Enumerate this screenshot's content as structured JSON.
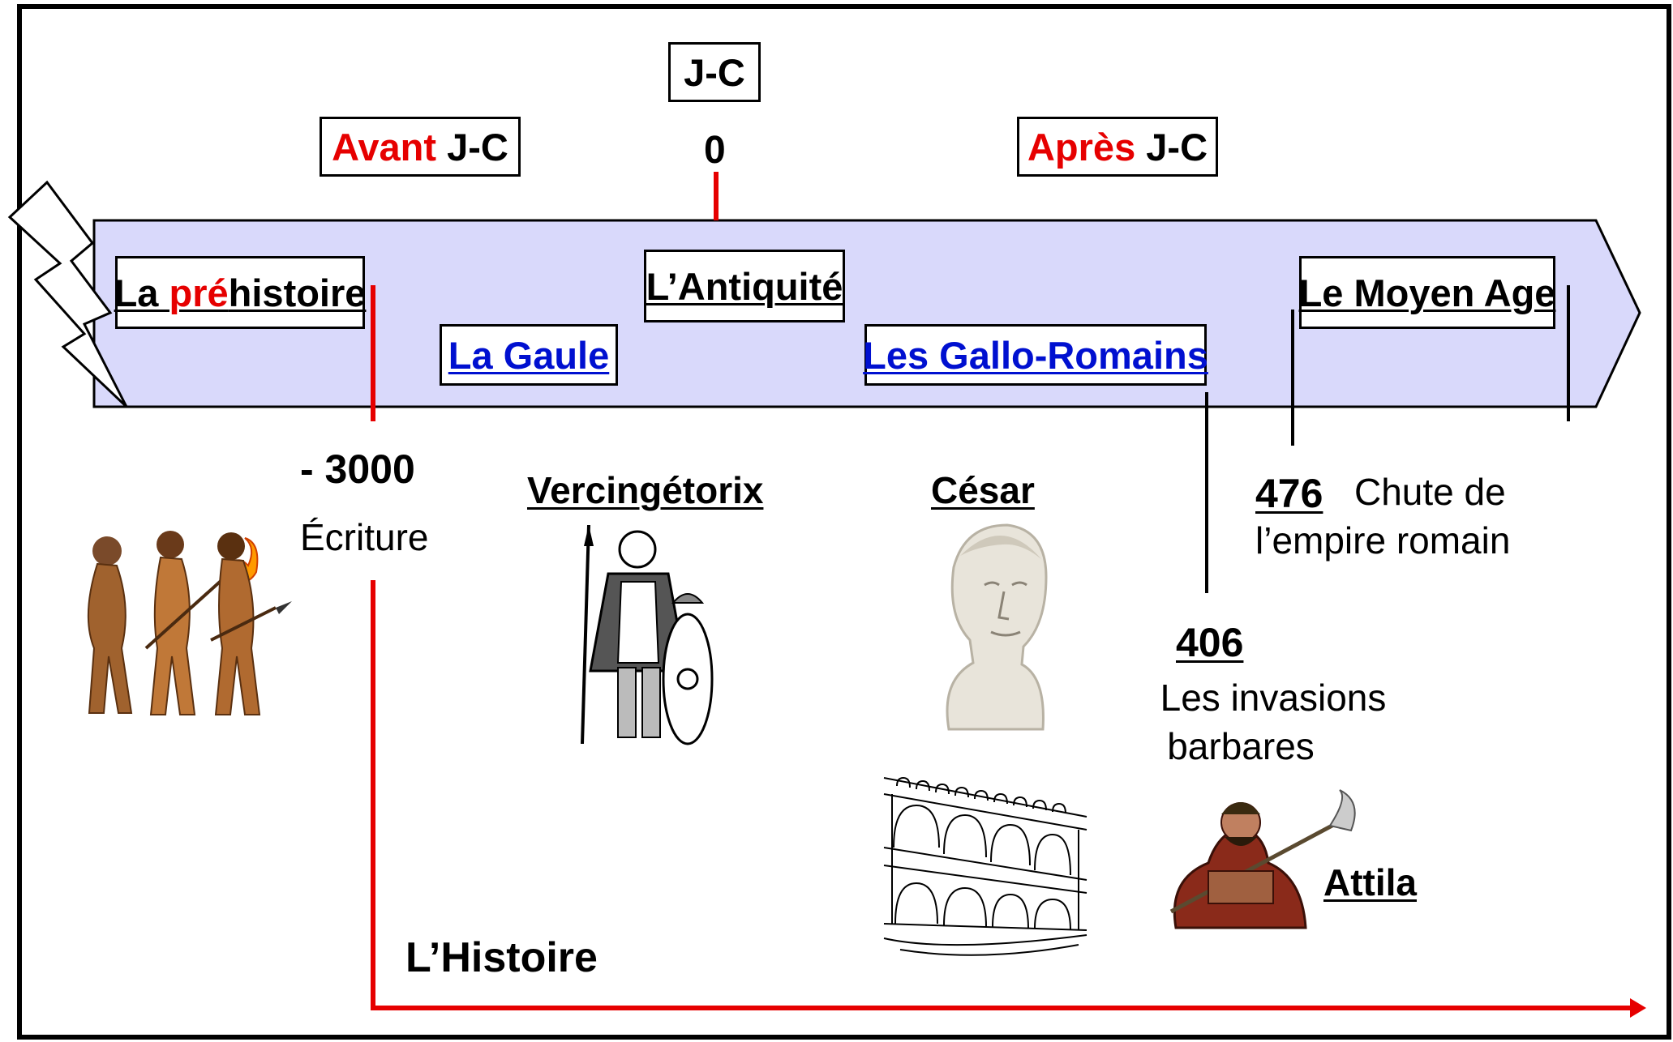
{
  "era_labels": {
    "avant_red": "Avant",
    "avant_black": " J-C",
    "jc": "J-C",
    "zero": "0",
    "apres_red": "Après",
    "apres_black": " J-C"
  },
  "periods": {
    "prehistoire_part1": "La ",
    "prehistoire_part2": "pré",
    "prehistoire_part3": "histoire",
    "gaule": "La Gaule",
    "antiquite": "L’Antiquité",
    "gallo_romains": "Les Gallo-Romains",
    "moyen_age": "Le Moyen Age"
  },
  "events": {
    "ecriture_date": "- 3000",
    "ecriture_label": "Écriture",
    "vercingetorix": "Vercingétorix",
    "cesar": "César",
    "invasions_date": "406",
    "invasions_line1": "Les invasions",
    "invasions_line2": "barbares",
    "chute_date": "476",
    "chute_line1": "Chute de",
    "chute_line2": "l’empire romain",
    "attila": "Attila",
    "histoire": "L’Histoire"
  },
  "colors": {
    "band_fill": "#d9d9fb",
    "red": "#e60000",
    "blue": "#0010d0"
  }
}
